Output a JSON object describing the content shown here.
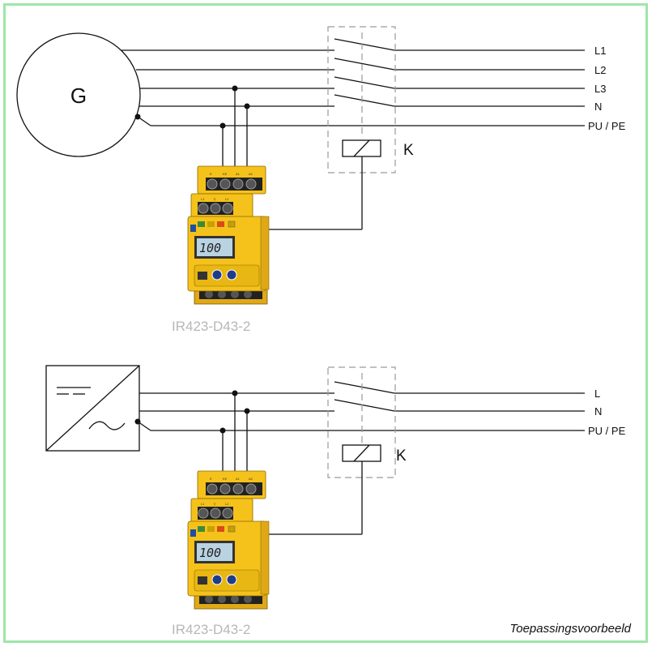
{
  "diagram1": {
    "source_label": "G",
    "lines": [
      "L1",
      "L2",
      "L3",
      "N",
      "PU / PE"
    ],
    "relay_label": "K",
    "device_label": "IR423-D43-2",
    "display_value": "100"
  },
  "diagram2": {
    "lines": [
      "L",
      "N",
      "PU / PE"
    ],
    "relay_label": "K",
    "device_label": "IR423-D43-2",
    "display_value": "100"
  },
  "caption": "Toepassingsvoorbeeld",
  "colors": {
    "frame": "#9ee6a8",
    "device": "#f5c21b",
    "device_label": "#b7b7b7"
  }
}
